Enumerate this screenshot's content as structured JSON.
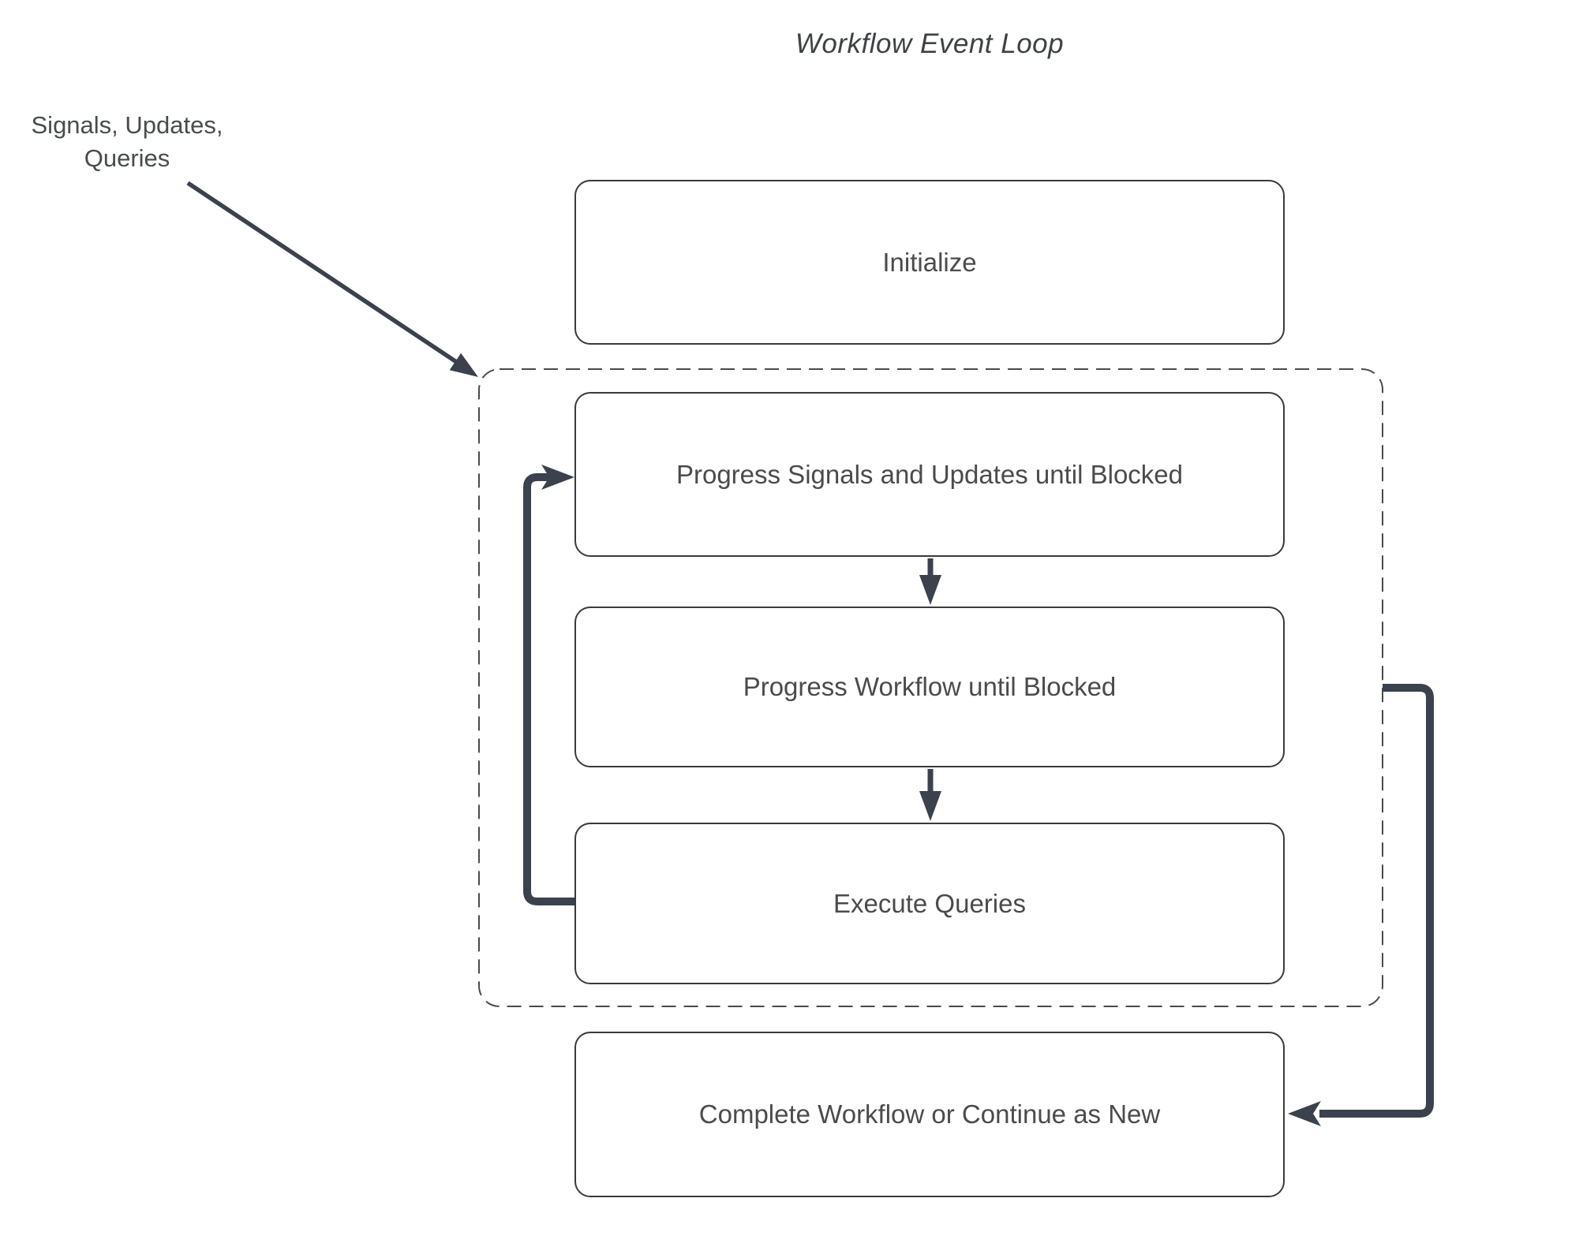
{
  "diagram": {
    "title": "Workflow Event Loop",
    "external_input_label": "Signals, Updates,\nQueries",
    "nodes": {
      "initialize": {
        "label": "Initialize"
      },
      "progress_signals": {
        "label": "Progress Signals and Updates until Blocked"
      },
      "progress_workflow": {
        "label": "Progress Workflow until Blocked"
      },
      "execute_queries": {
        "label": "Execute Queries"
      },
      "complete_workflow": {
        "label": "Complete Workflow or Continue as New"
      }
    },
    "groups": {
      "event_loop": {
        "description": "dashed container around the three looping steps"
      }
    },
    "edges": [
      {
        "name": "signals-input-arrow",
        "from": "external_input_label",
        "to": "event_loop_group",
        "style": "thin-diagonal-arrow"
      },
      {
        "name": "progress-signals-to-progress-workflow",
        "from": "progress_signals",
        "to": "progress_workflow",
        "style": "short-vertical-arrow"
      },
      {
        "name": "progress-workflow-to-execute-queries",
        "from": "progress_workflow",
        "to": "execute_queries",
        "style": "short-vertical-arrow"
      },
      {
        "name": "execute-queries-loop-back",
        "from": "execute_queries",
        "to": "progress_signals",
        "style": "thick-elbow-arrow-left"
      },
      {
        "name": "event-loop-to-complete-workflow",
        "from": "event_loop_group",
        "to": "complete_workflow",
        "style": "thick-elbow-arrow-right"
      }
    ],
    "colors": {
      "background": "#ffffff",
      "edge": "#3b414d",
      "node_border": "#3a3a3a",
      "dashed_border": "#4a4a4a",
      "text": "#4b4b4b",
      "title_text": "#3f4245"
    }
  }
}
